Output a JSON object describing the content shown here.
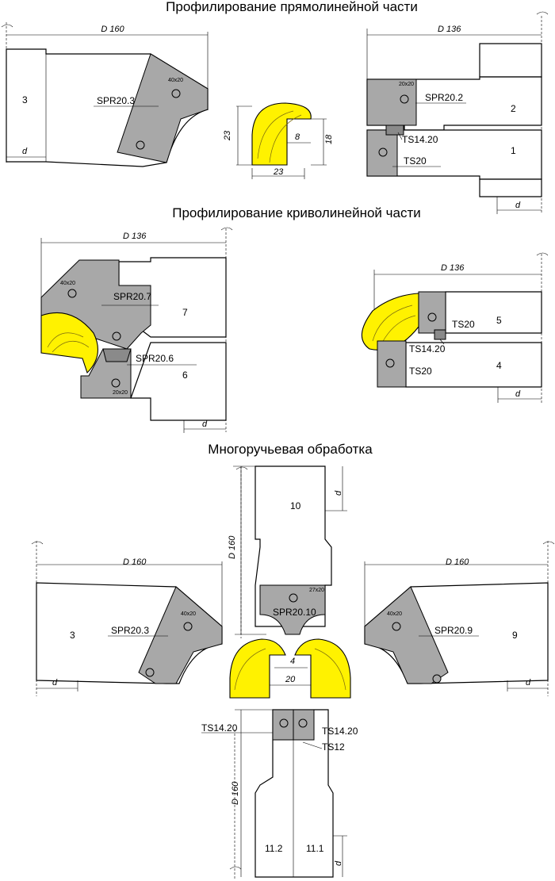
{
  "titles": {
    "straight": "Профилирование прямолинейной части",
    "curved": "Профилирование криволинейной части",
    "multi": "Многоручьевая обработка"
  },
  "dims": {
    "D160": "D 160",
    "D136": "D 136",
    "d": "d",
    "v23": "23",
    "v8": "8",
    "v18": "18",
    "v4": "4",
    "v20": "20"
  },
  "tools": {
    "spr203": "SPR20.3",
    "spr202": "SPR20.2",
    "spr207": "SPR20.7",
    "spr206": "SPR20.6",
    "spr2010": "SPR20.10",
    "spr209": "SPR20.9",
    "ts1420": "TS14.20",
    "ts20": "TS20",
    "ts12": "TS12",
    "s40x20": "40x20",
    "s20x20": "20x20",
    "s27x20": "27x20"
  },
  "bodies": {
    "b1": "1",
    "b2": "2",
    "b3": "3",
    "b4": "4",
    "b5": "5",
    "b6": "6",
    "b7": "7",
    "b9": "9",
    "b10": "10",
    "b111": "11.1",
    "b112": "11.2"
  }
}
